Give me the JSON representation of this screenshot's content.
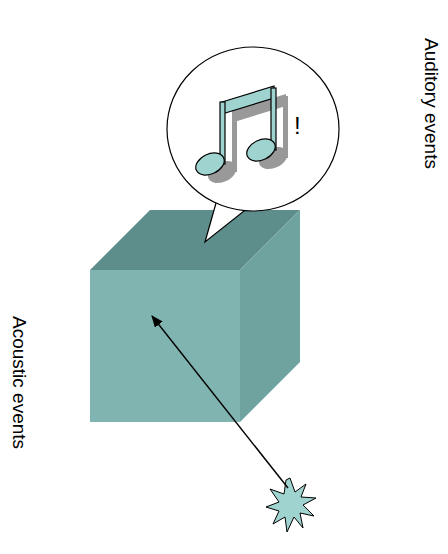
{
  "diagram": {
    "nodes": [
      {
        "text": [
          "!"
        ]
      }
    ],
    "labels": [
      "Auditory events",
      "Acoustic events"
    ]
  }
}
